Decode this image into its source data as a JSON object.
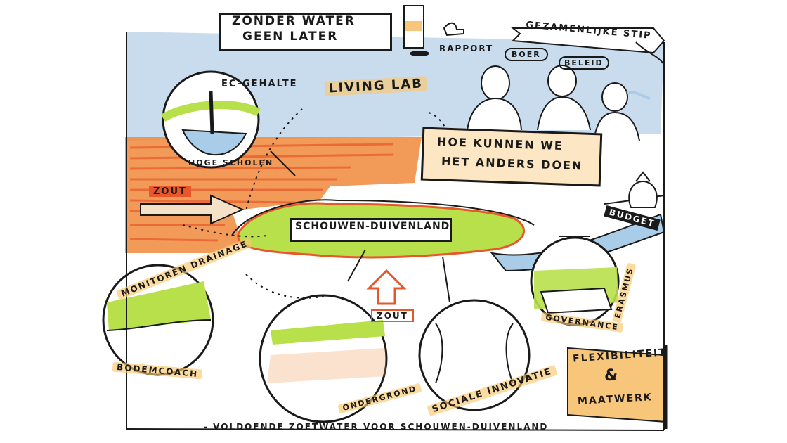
{
  "title": {
    "line1": "ZONDER WATER",
    "line2": "GEEN LATER"
  },
  "banner": "GEZAMENLIJKE STIP",
  "labels": {
    "rapport": "RAPPORT",
    "boer": "BOER",
    "beleid": "BELEID",
    "ec_gehalte": "EC-GEHALTE",
    "living_lab": "LIVING LAB",
    "hoe_line1": "HOE KUNNEN WE",
    "hoe_line2": "HET ANDERS DOEN",
    "hoge_scholen": "HOGE SCHOLEN",
    "zout_left": "ZOUT",
    "zout_bottom": "ZOUT",
    "island": "SCHOUWEN-DUIVENLAND",
    "budget": "BUDGET",
    "monitoren": "MONITOREN DRAINAGE",
    "bodemcoach": "BODEMCOACH",
    "ondergrond": "ONDERGROND",
    "sociale": "SOCIALE INNOVATIE",
    "governance": "GOVERNANCE",
    "erasmus": "ERASMUS",
    "flex_line1": "FLEXIBILITEIT",
    "flex_amp": "&",
    "flex_line2": "MAATWERK",
    "footer": "- VOLDOENDE ZOETWATER VOOR SCHOUWEN-DUIVENLAND"
  },
  "colors": {
    "sky": "#c9dcee",
    "orange": "#f08a3c",
    "red_orange": "#e8572a",
    "green": "#b8e04a",
    "water": "#a9cde8",
    "highlight": "#f7c67a"
  },
  "icons": [
    "tube-report-icon",
    "thumbs-up-icon",
    "money-bag-icon",
    "helicopter-icon",
    "farmer-figure",
    "official-figure",
    "student-figure"
  ]
}
